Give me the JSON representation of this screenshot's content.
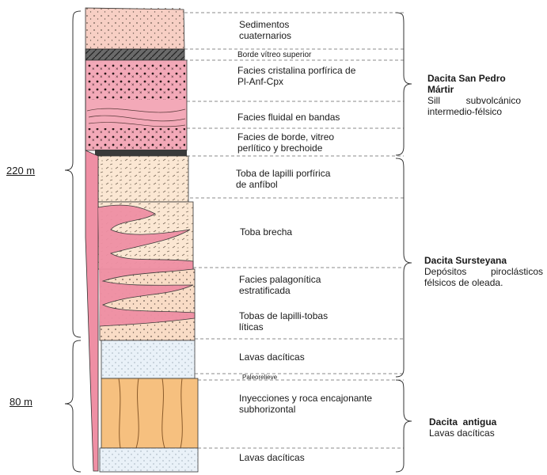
{
  "thickness": {
    "upper": "220 m",
    "lower": "80 m"
  },
  "layers": {
    "sed": [
      "Sedimentos",
      "cuaternarios"
    ],
    "borde_vitreo": "Borde vítreo superior",
    "cristalina": [
      "Facies cristalina porfírica de",
      "Pl-Anf-Cpx"
    ],
    "fluidal": "Facies fluidal en bandas",
    "borde_facies": [
      "Facies de borde, vitreo",
      "perlítico y brechoide"
    ],
    "toba_lapilli": [
      "Toba de lapilli porfírica",
      "de anfíbol"
    ],
    "toba_brecha": "Toba brecha",
    "palagonitica": [
      "Facies palagonítica",
      "estratificada"
    ],
    "tobas_liticas": [
      "Tobas de lapilli-tobas",
      "líticas"
    ],
    "lavas_1": "Lavas dacíticas",
    "paleorelieve": "Paleorelieve",
    "inyecciones": [
      "Inyecciones y roca encajonante",
      "subhorizontal"
    ],
    "lavas_2": "Lavas dacíticas"
  },
  "units": {
    "san_pedro": {
      "name": [
        "Dacita San Pedro",
        "Mártir"
      ],
      "desc_words": [
        "Sill",
        "subvolcánico"
      ],
      "desc2": "intermedio-félsico"
    },
    "sursteyana": {
      "name": "Dacita Sursteyana",
      "desc_words": [
        "Depósitos",
        "piroclásticos"
      ],
      "desc2": "félsicos de oleada."
    },
    "antigua": {
      "name": "Dacita  antigua",
      "desc": "Lavas dacíticas"
    }
  },
  "colors": {
    "pink_dike": "#ef8fa4",
    "pink_sill": "#f6b8c3",
    "peach": "#fbe3cf",
    "pale_blue": "#e9f1f8",
    "orange": "#f6c07f",
    "grey_band": "#8a8a8a",
    "dark_band": "#4a4a4a"
  }
}
